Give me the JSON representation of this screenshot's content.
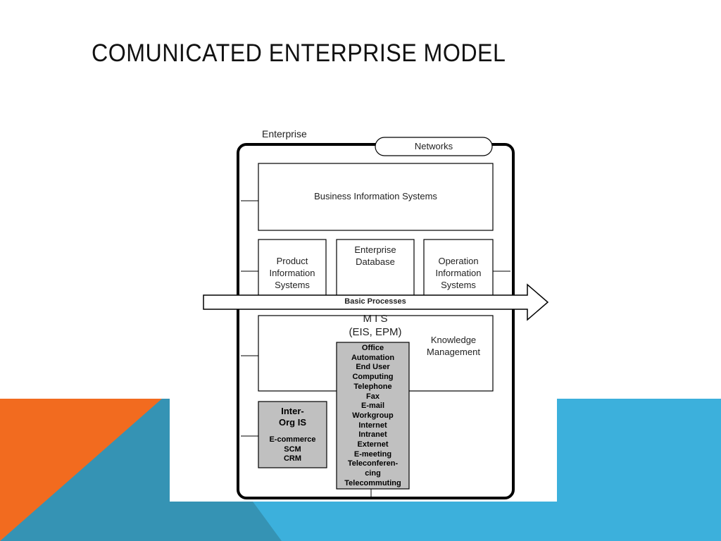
{
  "title": "COMUNICATED ENTERPRISE MODEL",
  "diagram": {
    "enterprise_label": "Enterprise",
    "networks_label": "Networks",
    "business_is_label": "Business Information Systems",
    "product_is_label": "Product\nInformation\nSystems",
    "enterprise_db_label": "Enterprise\nDatabase",
    "operation_is_label": "Operation\nInformation\nSystems",
    "basic_processes_label": "Basic Processes",
    "mis_label": "M I S",
    "mis_sub_label": "(EIS, EPM)",
    "knowledge_label": "Knowledge\nManagement",
    "inter_org_title": "Inter-\nOrg IS",
    "inter_org_items": "E-commerce\nSCM\nCRM",
    "office_items": "Office\nAutomation\nEnd User\nComputing\nTelephone\nFax\nE-mail\nWorkgroup\nInternet\nIntranet\nExternet\nE-meeting\nTeleconferen-\ncing\nTelecommuting"
  },
  "colors": {
    "orange": "#f26b1f",
    "blue": "#3cb0dc",
    "teal": "#3593b4",
    "gray_box": "#c0c0c0"
  }
}
